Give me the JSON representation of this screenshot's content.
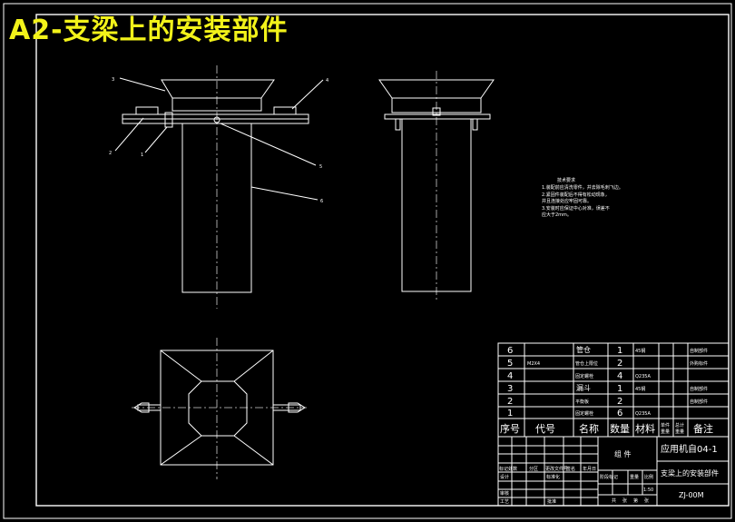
{
  "title": "A2-支梁上的安装部件",
  "colors": {
    "background": "#000000",
    "line": "#ffffff",
    "title": "#f2f21a",
    "center_line": "#cfcfcf"
  },
  "callouts": [
    "1",
    "2",
    "3",
    "4",
    "5",
    "6"
  ],
  "tech_notes": {
    "heading": "技术要求",
    "lines": [
      "1.装配前应清洗零件，并去除毛刺飞边。",
      "2.紧固件装配后不得有松动现象，",
      "  并且连接处应牢固可靠。",
      "3.安装时应保证中心对准，误差不",
      "  应大于2mm。"
    ]
  },
  "bom": {
    "headers": [
      "序号",
      "代号",
      "名称",
      "数量",
      "材料",
      "单件重量",
      "总计重量",
      "备注"
    ],
    "weight_header_parts": [
      "单件",
      "总计",
      "重量"
    ],
    "rows": [
      {
        "no": "6",
        "code": "",
        "name": "管仓",
        "qty": "1",
        "material": "45钢",
        "note": "自制部件"
      },
      {
        "no": "5",
        "code": "M2X4",
        "name": "管仓上限位",
        "qty": "2",
        "material": "",
        "note": "外购标件"
      },
      {
        "no": "4",
        "code": "",
        "name": "固定螺栓",
        "qty": "4",
        "material": "Q235A",
        "note": ""
      },
      {
        "no": "3",
        "code": "",
        "name": "漏斗",
        "qty": "1",
        "material": "45钢",
        "note": "自制部件"
      },
      {
        "no": "2",
        "code": "",
        "name": "平衡板",
        "qty": "2",
        "material": "",
        "note": "自制部件"
      },
      {
        "no": "1",
        "code": "",
        "name": "固定螺栓",
        "qty": "6",
        "material": "Q235A",
        "note": ""
      }
    ]
  },
  "title_block": {
    "assembly_label": "组 件",
    "school_code": "应用机自04-1",
    "drawing_name": "支梁上的安装部件",
    "drawing_no": "ZJ-00M",
    "revision_labels": [
      "标记处数",
      "分区",
      "更改文件号",
      "签名",
      "年月日"
    ],
    "design_labels": [
      "设计",
      "标准化"
    ],
    "stage_labels": [
      "阶段标记",
      "重量",
      "比例"
    ],
    "scale": "1:50",
    "review_labels": [
      "审核",
      "工艺"
    ],
    "approve_label": "批准",
    "sheet_info": [
      "共",
      "张",
      "第",
      "张"
    ]
  }
}
